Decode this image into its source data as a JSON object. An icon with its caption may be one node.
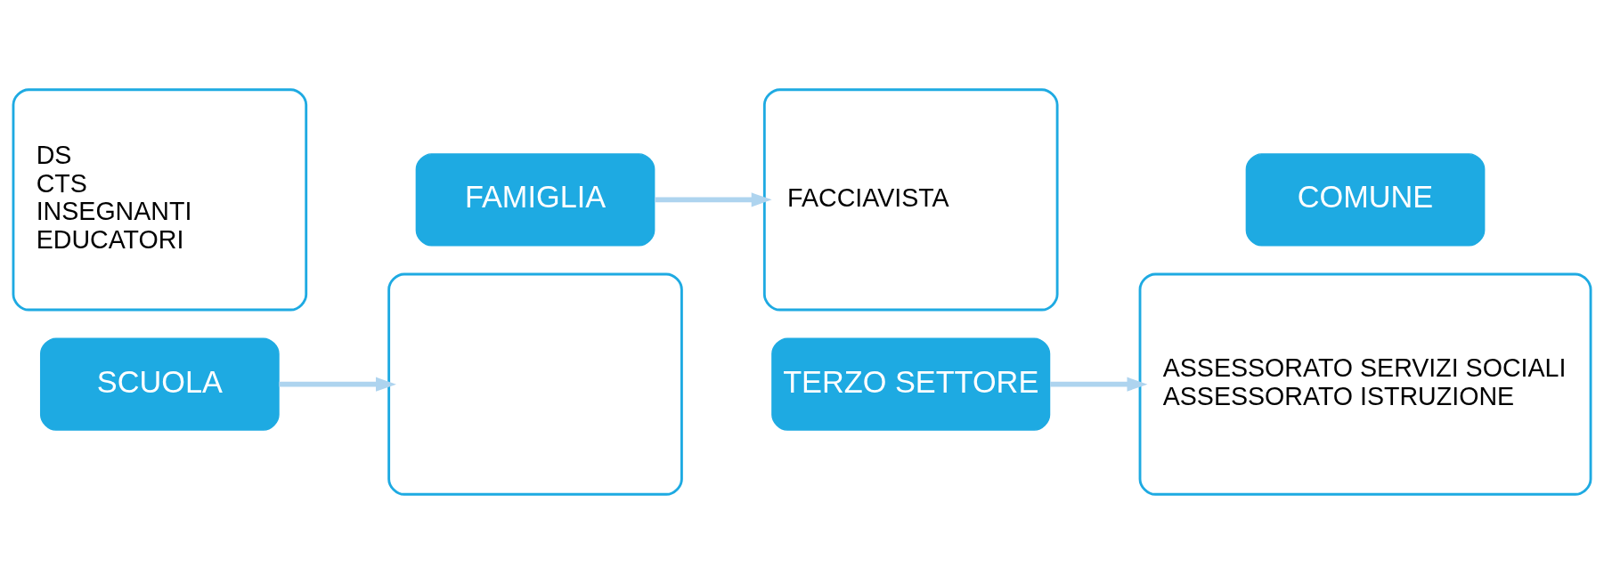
{
  "diagram": {
    "nodes": [
      {
        "text": [
          "DS",
          "CTS",
          "INSEGNANTI",
          "EDUCATORI"
        ]
      },
      {
        "text": [
          "SCUOLA"
        ]
      },
      {
        "text": [],
        "shape": "box"
      },
      {
        "text": [
          "FAMIGLIA"
        ]
      },
      {
        "text": [
          "FACCIAVISTA"
        ]
      },
      {
        "text": [
          "TERZO SETTORE"
        ]
      },
      {
        "text": [
          "ASSESSORATO SERVIZI SOCIALI",
          "ASSESSORATO ISTRUZIONE"
        ]
      },
      {
        "text": [
          "COMUNE"
        ]
      }
    ],
    "edges": [
      {
        "from": 1,
        "to": 2,
        "arrow": "to"
      },
      {
        "from": 3,
        "to": 4,
        "arrow": "to"
      },
      {
        "from": 5,
        "to": 6,
        "arrow": "to"
      }
    ]
  }
}
